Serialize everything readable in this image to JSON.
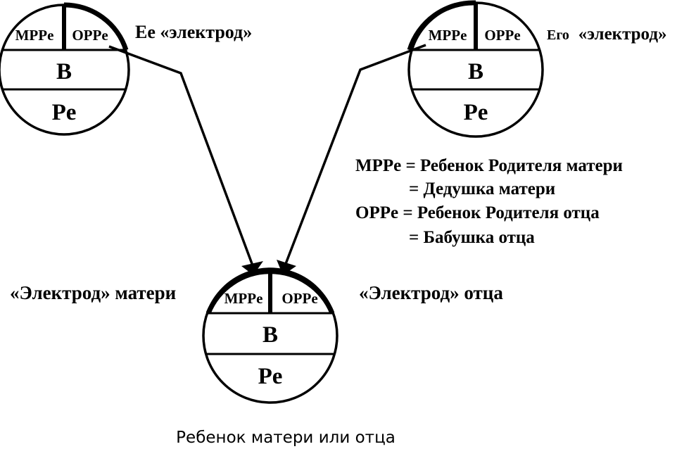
{
  "circles": {
    "mother": {
      "left_cell": "MPPe",
      "right_cell": "OPPe",
      "middle_cell": "B",
      "bottom_cell": "Pe"
    },
    "father": {
      "left_cell": "MPPe",
      "right_cell": "OPPe",
      "middle_cell": "B",
      "bottom_cell": "Pe"
    },
    "child": {
      "left_cell": "MPPe",
      "right_cell": "OPPe",
      "middle_cell": "B",
      "bottom_cell": "Pe"
    }
  },
  "annotations": {
    "her_electrode": "Ее «электрод»",
    "his_electrode_prefix": "Его",
    "his_electrode_word": "«электрод»",
    "mother_electrode": "«Электрод» матери",
    "father_electrode": "«Электрод» отца"
  },
  "legend": {
    "line1": "MPPe = Ребенок Родителя матери",
    "line2": "= Дедушка матери",
    "line3": "OPPe = Ребенок Родителя отца",
    "line4": "= Бабушка отца"
  },
  "caption": "Ребенок матери или отца"
}
